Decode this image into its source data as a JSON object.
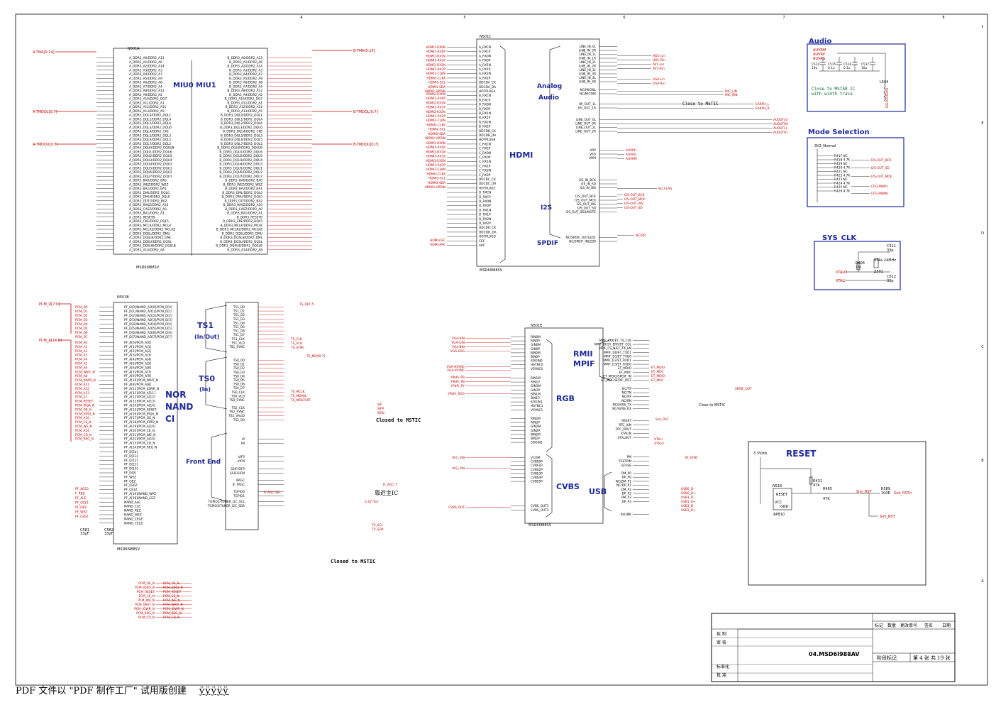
{
  "blocks": {
    "miu": {
      "chip_ref": "N501A",
      "chip_name": "MSD6I988SV",
      "label_left": "MIU0",
      "label_right": "MIU1",
      "buses_left": [
        "A-TMA[0:14]",
        "A-TMDQL[0:7]",
        "A-TMDQU[0:7]"
      ],
      "buses_right": [
        "B-TMA[0:14]",
        "B-TMDQL[0:7]",
        "B-TMDQU[0:7]"
      ],
      "pins_left": [
        "A_DDR3_A0/DDR2_A13",
        "A_DDR3_A1/DDR2_A6",
        "A_DDR3_A2/DDR2_A14",
        "A_DDR3_A3/DDR2_A3",
        "A_DDR3_A4/DDR2_A7",
        "A_DDR3_A5/DDR2_A9",
        "A_DDR3_A6/DDR2_A8",
        "A_DDR3_A7/DDR2_A4",
        "A_DDR3_A8/DDR2_A12",
        "A_DDR3_A9/DDR2_A2",
        "A_DDR3_A10/DDR2_DQ7",
        "A_DDR3_A11/DDR2_A1",
        "A_DDR3_A12/DDR2_A11",
        "A_DDR3_A13/DDR2_A5",
        "A_DDR3_DQL0/DDR2_DQL1",
        "A_DDR3_DQL1/DDR2_DQL4",
        "A_DDR3_DQL2/DDR2_DQL6",
        "A_DDR3_DQL3/DDR2_DQU0",
        "A_DDR3_DQL4/DDR2_CKE",
        "A_DDR3_DQL5/DDR2_DQL3",
        "A_DDR3_DQL6/DDR2_DQL5",
        "A_DDR3_DQL7/DDR2_DQL2",
        "A_DDR3_DQU0/DDR2_DQSUB",
        "A_DDR3_DQU1/DDR2_DQU6",
        "A_DDR3_DQU2/DDR2_DQU5",
        "A_DDR3_DQU3/DDR2_DQU4",
        "A_DDR3_DQU4/DDR2_DQU3",
        "A_DDR3_DQU5/DDR2_DQU1",
        "A_DDR3_DQU6/DDR2_DQU2",
        "A_DDR3_DQU7/DDR2_DQU7",
        "A_DDR3_BA0/DDR2_BA0",
        "A_DDR3_WEZ/DDR2_WEZ",
        "A_DDR3_BA2/DDR2_BA1",
        "A_DDR3_DML/DDR2_DQL0",
        "A_DDR3_DMU/DDR2_DQL0",
        "A_DDR3_ODT/DDR2_BA2",
        "A_DDR3_RASZ/DDR2_A10",
        "A_DDR3_CASZ/DDR2_A0",
        "A_DDR3_BA1/DDR2_A1",
        "A_DDR3_RESETB",
        "A_DDR3_CKE/DDR2_DQL5",
        "A_DDR3_MCLK/DDR2_MCLK",
        "A_DDR3_MCLKZ/DDR2_MCLKZ",
        "A_DDR3_DQSL/DDR2_DMU",
        "A_DDR3_DQSLB/DDR2_DML",
        "A_DDR3_DQSU/DDR2_DQSL",
        "A_DDR3_DQSUB/DDR2_DQSLB",
        "A_DDR3_A14/DDR2_A8"
      ],
      "pins_right": [
        "B_DDR3_A0/DDR2_A13",
        "B_DDR3_A1/DDR2_A6",
        "B_DDR3_A2/DDR2_A14",
        "B_DDR3_A3/DDR2_A3",
        "B_DDR3_A4/DDR2_A7",
        "B_DDR3_A5/DDR2_A9",
        "B_DDR3_A6/DDR2_A8",
        "B_DDR3_A7/DDR2_A4",
        "B_DDR3_A8/DDR2_A12",
        "B_DDR3_A9/DDR2_A2",
        "B_DDR3_A10/DDR2_DQ7",
        "B_DDR3_A11/DDR2_A1",
        "B_DDR3_A12/DDR2_A11",
        "B_DDR3_A13/DDR2_A5",
        "B_DDR3_DQL0/DDR2_DQL1",
        "B_DDR3_DQL1/DDR2_DQL4",
        "B_DDR3_DQL2/DDR2_DQL6",
        "B_DDR3_DQL3/DDR2_DQU0",
        "B_DDR3_DQL4/DDR2_CKE",
        "B_DDR3_DQL5/DDR2_DQL3",
        "B_DDR3_DQL6/DDR2_DQL5",
        "B_DDR3_DQL7/DDR2_DQL2",
        "B_DDR3_DQU0/DDR2_DQSUB",
        "B_DDR3_DQU1/DDR2_DQU6",
        "B_DDR3_DQU2/DDR2_DQU5",
        "B_DDR3_DQU3/DDR2_DQU4",
        "B_DDR3_DQU4/DDR2_DQU3",
        "B_DDR3_DQU5/DDR2_DQU1",
        "B_DDR3_DQU6/DDR2_DQU2",
        "B_DDR3_DQU7/DDR2_DQU7",
        "B_DDR3_BA0/DDR2_BA0",
        "B_DDR3_WEZ/DDR2_WEZ",
        "B_DDR3_BA2/DDR2_BA1",
        "B_DDR3_DML/DDR2_DQL0",
        "B_DDR3_DMU/DDR2_DQL0",
        "B_DDR3_ODT/DDR2_BA2",
        "B_DDR3_RASZ/DDR2_A10",
        "B_DDR3_CASZ/DDR2_A0",
        "B_DDR3_BA1/DDR2_A1",
        "B_DDR3_RESETB",
        "B_DDR3_CKE/DDR2_DQL5",
        "B_DDR3_MCLK/DDR2_MCLK",
        "B_DDR3_MCLKZ/DDR2_MCLKZ",
        "B_DDR3_DQSL/DDR2_DMU",
        "B_DDR3_DQSLB/DDR2_DML",
        "B_DDR3_DQSU/DDR2_DQSL",
        "B_DDR3_DQSUB/DDR2_DQSLB",
        "B_DDR3_A14/DDR2_A8"
      ]
    },
    "hdmi": {
      "chip_ref": "N501C",
      "chip_name": "MSD6I988SV",
      "label_hdmi": "HDMI",
      "label_analog": "Analog",
      "label_audio": "Audio",
      "label_i2s": "I2S",
      "label_spdif": "SPDIF",
      "pins_left": [
        "A_RXCN",
        "A_RXCP",
        "A_RX0N",
        "A_RX0P",
        "A_RX1N",
        "A_RX1P",
        "A_RX2N",
        "A_RX2P",
        "DDCDA_CK",
        "DDCDA_DA",
        "HOTPLUGA",
        "B_RXCN",
        "B_RXCP",
        "B_RX0N",
        "B_RX0P",
        "B_RX1N",
        "B_RX1P",
        "B_RX2N",
        "B_RX2P",
        "DDCDB_CK",
        "DDCDB_DA",
        "HOTPLUGB",
        "C_RXCN",
        "C_RXCP",
        "C_RX0N",
        "C_RX0P",
        "C_RX1N",
        "C_RX1P",
        "C_RX2N",
        "C_RX2P",
        "DDCDC_CK",
        "DDCDC_DA",
        "HOTPLUGC",
        "D_RXCN",
        "D_RXCP",
        "D_RX0N",
        "D_RX0P",
        "D_RX1N",
        "D_RX1P",
        "D_RX2N",
        "D_RX2P",
        "DDCDD_CK",
        "DDCDD_DA",
        "HOTPLUGD",
        "CEC",
        "ARC"
      ],
      "nets_left": [
        "HDMI1-RX0N",
        "HDMI1-RX0P",
        "HDMI1-RX1N",
        "HDMI1-RX1P",
        "HDMI1-RX2N",
        "HDMI1-RX2P",
        "HDMI1-CLKN",
        "HDMI1-CLKP",
        "HDMI1-SCL",
        "HDMI1-SDA",
        "HDMI1-HPDIN",
        "HDMI2-RX0N",
        "HDMI2-RX0P",
        "HDMI2-RX1N",
        "HDMI2-RX1P",
        "HDMI2-RX2N",
        "HDMI2-RX2P",
        "HDMI2-CLKN",
        "HDMI2-CLKP",
        "HDMI2-SCL",
        "HDMI2-SDA",
        "HDMI2-HPDIN",
        "HDMI3-RX0N",
        "HDMI3-RX0P",
        "HDMI3-RX1N",
        "HDMI3-RX1P",
        "HDMI3-RX2N",
        "HDMI3-RX2P",
        "HDMI3-CLKN",
        "HDMI3-CLKP",
        "HDMI3-SCL",
        "HDMI3-SDA",
        "HDMI3-HPDIN",
        "HDMI-CEC",
        "HDMI-ARC"
      ],
      "pins_right": [
        "LINE_IN_0L",
        "LINE_IN_0R",
        "LINE_IN_1L",
        "LINE_IN_1R",
        "LINE_IN_2L",
        "LINE_IN_2R",
        "LINE_IN_3L",
        "LINE_IN_3R",
        "LINE_IN_4L",
        "LINE_IN_4R",
        "NC/MICINL",
        "NC/MICINR",
        "HP_OUT_1L",
        "HP_OUT_1R",
        "LINE_OUT_0L",
        "LINE_OUT_0R",
        "LINE_OUT_2L",
        "LINE_OUT_2R",
        "VRP",
        "VAG",
        "VRM",
        "I2S_IN_BCK",
        "I2S_IN_SD",
        "I2S_IN_WS",
        "I2S_OUT_BCK",
        "I2S_OUT_MCK",
        "I2S_OUT_WS",
        "I2S_OUT_SD",
        "I2S_OUT_SD3/MUTE",
        "NC/SPDIF_OUTLED1",
        "NC/SPDIF_INLED0"
      ],
      "nets_right": [
        "HD1-Lin",
        "HD1-Rin",
        "AV1-Lin",
        "AV1-Rin",
        "VGA-Lin",
        "VGA-Rin",
        "MIC_LIN",
        "MIC_RIN",
        "EARPH_L",
        "EARPH_R",
        "AUDUTL0",
        "AUDUTR0",
        "AUDUTL1",
        "AUDUTR1",
        "AUVRP",
        "AUVAG",
        "AUVRM",
        "SD_FLAG",
        "I2S-OUT_BCK",
        "I2S-OUT_MCK",
        "I2S-OUT_WS",
        "I2S-OUT_SD",
        "NC/OR"
      ],
      "note_mstic": "Close to MSTIC"
    },
    "audio": {
      "title": "Audio",
      "nets": [
        "AUVRM",
        "AUVRP",
        "AUVAG"
      ],
      "caps": [
        "C514",
        "C515",
        "C516",
        "C517"
      ],
      "values": [
        "10u",
        "0.1u",
        "0.1u",
        "10u"
      ],
      "note1": "Close to MSTAR IC",
      "note2": "with width trace",
      "ferrite": "L504",
      "ferrite_val": "FB220/200mA"
    },
    "mode": {
      "title": "Mode Selection",
      "rail": "3V3_Normal",
      "resistors": [
        "R417__NC",
        "R418__4.7K",
        "R419__NC",
        "R420__4.7K",
        "R421__NC",
        "R422__4.7K",
        "R423__NC",
        "R424__4.7K",
        "R425__NC",
        "R426__4.7K"
      ],
      "nets": [
        "I2S-OUT_BCK",
        "I2S-OUT_SD",
        "I2S-OUT_MCK",
        "CFG-PWM1",
        "CFG-PWM0"
      ]
    },
    "sysclk": {
      "title": "SYS_CLK",
      "xin": "XTALO",
      "xout": "XTALI",
      "cap1": "C511",
      "cap1_val": "33p",
      "cap2": "C512",
      "cap2_val": "33p",
      "res": "R406",
      "res_val": "1M",
      "xtal": "Z501",
      "xtal_val": "XTAL-24MHz"
    },
    "nand": {
      "chip_ref": "N501B",
      "chip_name": "MSD6I988SV",
      "label": "NOR\nNAND\nCI",
      "bus1": "PCM_D[7:0]",
      "bus2": "PCM_A[14:0]",
      "pins": [
        "PF_D[0]/NAND_AD[0]/PCM_D[0]",
        "PF_D[1]/NAND_AD[1]/PCM_D[1]",
        "PF_D[2]/NAND_AD[2]/PCM_D[2]",
        "PF_D[3]/NAND_AD[3]/PCM_D[3]",
        "PF_D[4]/NAND_AD[4]/PCM_D[4]",
        "PF_D[5]/NAND_AD[5]/PCM_D[5]",
        "PF_D[6]/NAND_AD[6]/PCM_D[6]",
        "PF_D[7]/NAND_AD[7]/PCM_D[7]",
        "PF_A[0]/PCM_A[0]",
        "PF_A[1]/PCM_A[1]",
        "PF_A[2]/PCM_A[2]",
        "PF_A[3]/PCM_A[3]",
        "PF_A[4]/PCM_A[4]",
        "PF_A[5]/PCM_A[5]",
        "PF_A[6]/PCM_A[6]",
        "PF_A[7]/PCM_A[7]",
        "PF_A[9]/PCM_A[9]",
        "PF_A[10]/PCM_WAIT_N",
        "PF_A[8]/PCM_A[8]",
        "PF_A[11]/PCM_IOWR_N",
        "PF_A[11]/PCM_A[11]",
        "PF_A[12]/PCM_A[12]",
        "PF_A[13]/PCM_A[13]",
        "PF_A[14]/PCM_A[14]",
        "PF_A[15]/PCM_RESET",
        "PF_A[16]/PCM_IRQA_N",
        "PF_A[17]/PCM_OE_N",
        "PF_A[18]/PCM_IORD_N",
        "PF_A[19]/PCM_A[10]",
        "PF_A[20]/PCM_CE_N",
        "PF_A[21]/PCM_WE_N",
        "PF_A[22]/PCM_A[14]",
        "PF_A[23]/PCM_CD_N",
        "PF_A[24]/PCM_REG_N",
        "PF_D[14]",
        "PF_D[13]",
        "PF_D[12]",
        "PF_D[11]",
        "PF_D[10]",
        "PF_D[9]",
        "PF_WEZ",
        "PF_OEZ",
        "PF_CE0Z",
        "PF_CE1Z",
        "PF_A[19]/NAND_WPZ",
        "PF_A[18]/NAND_CEZ",
        "NAND_ALE",
        "NAND_CLE",
        "NAND_REZ",
        "NAND_WEZ",
        "NAND_CE0Z",
        "NAND_CE1Z"
      ],
      "nets": [
        "PCM_D0",
        "PCM_D1",
        "PCM_D2",
        "PCM_D3",
        "PCM_D4",
        "PCM_D5",
        "PCM_D6",
        "PCM_D7",
        "PCM_A0",
        "PCM_A1",
        "PCM_A2",
        "PCM_A3",
        "PCM_A4",
        "PCM_A5",
        "PCM_A6",
        "PCM_WAIT_N",
        "PCM_A8",
        "PCM_IOWR_N",
        "PCM_A11",
        "PCM_A12",
        "PCM_A13",
        "PCM_A7",
        "PCM_RESET",
        "PCM_IRQA_N",
        "PCM_OE_N",
        "PCM_IORD_N",
        "PCM_A10",
        "PCM_CE_N",
        "PCM_WE_N",
        "PCM_A14",
        "PCM_CD_N",
        "PCM_REG_N",
        "PF_AD15",
        "F_RBZ",
        "PF_ALE",
        "PF_CE1Z",
        "PF_OEZ",
        "PF_WEZ",
        "PF_CE0Z"
      ],
      "caps": [
        "C581",
        "C582"
      ],
      "cap_vals": [
        "33pF",
        "33pF"
      ],
      "list_left": [
        "PCM_OE_N",
        "PCM_IORD_N",
        "PCM_RESET",
        "PCM_CE_N",
        "PCM_WE_N",
        "PCM_WAIT_N",
        "PCM_IOWR_N",
        "PCM_REG_N",
        "PCM_CD_N"
      ]
    },
    "frontend": {
      "label_ts1": "TS1",
      "label_ts1b": "(In/Out)",
      "label_ts0": "TS0",
      "label_ts0b": "(In)",
      "label_fe": "Front End",
      "pins_ts1": [
        "TS1_D0",
        "TS1_D1",
        "TS1_D2",
        "TS1_D3",
        "TS1_D4",
        "TS1_D5",
        "TS1_D6",
        "TS1_D7",
        "TS1_CLK",
        "TS1_VLD",
        "TS1_SYNC"
      ],
      "pins_ts0": [
        "TS0_D0",
        "TS0_D1",
        "TS0_D2",
        "TS0_D3",
        "TS0_D4",
        "TS0_D5",
        "TS0_D6",
        "TS0_D7",
        "TS0_CLK",
        "TS0_VLD",
        "TS0_SYNC"
      ],
      "pins_ts2": [
        "TS2_CLK",
        "TS2_SYNC",
        "TS2_VALID",
        "TS2_D0"
      ],
      "pins_fe": [
        "IP",
        "IM",
        "VIFP",
        "VIFM",
        "SSIF/SIFP",
        "SSIF/SIFM",
        "IFAGC",
        "IF_TAGC",
        "TGPIO0",
        "TGPIO1",
        "TGPIO2/TUNER_I2C_SCL",
        "TGPIO3/TUNER_I2C_SDA"
      ],
      "nets": [
        "TS_D[0:7]",
        "TS_CLK",
        "TS_VLD",
        "TS_SYNC",
        "TS_MDI[0:7]",
        "TS_MCLK",
        "TS_MDVAL",
        "TS_MDSTART",
        "IF_AGC_T",
        "IF-AGC-SEL",
        "TV_SCL",
        "TV_SDA",
        "SIF",
        "SIFP",
        "SIFN",
        "3.3V_Tun"
      ],
      "note": "Closed to MSTIC",
      "note2": "Closed to MSTIC",
      "note3": "靠近主IC"
    },
    "rgb": {
      "chip_ref": "N501E",
      "chip_name": "MSD6I988SV",
      "label_rmii": "RMII",
      "label_mpif": "MPIF",
      "label_rgb": "RGB",
      "label_cvbs": "CVBS",
      "label_usb": "USB",
      "pins_left": [
        "RIN0M",
        "RIN0P",
        "GIN0M",
        "GIN0P",
        "BIN0M",
        "BIN0P",
        "SOGIN0",
        "HSYNC0",
        "VSYNC0",
        "RIN1M",
        "RIN1P",
        "GIN1M",
        "GIN1P",
        "BIN1M",
        "BIN1P",
        "SOGIN1",
        "HSYNC1",
        "VSYNC1",
        "RIN2M",
        "RIN2P",
        "GIN2M",
        "GIN2P",
        "BIN2M",
        "BIN2P",
        "SOGIN2",
        "VCOM",
        "CVBS0P",
        "CVBS1P",
        "CVBS2P",
        "CVBS3P",
        "CVBS4P",
        "CVBS5P",
        "CVBS_OUT1",
        "CVBS_OUT2"
      ],
      "pins_right": [
        "MPIF_CLK/ET_TX_CLK",
        "MPIF_BUSY_ERR/ET_COL",
        "MPIF_CS_N/ET_TX_EN",
        "MPIF_D0/ET_TXD1",
        "MPIF_D1/ET_TXD0",
        "MPIF_D2/ET_RXD1",
        "MPIF_D3/ET_RXD0",
        "ET_MDIO",
        "ET_MDC",
        "ET_MDIO/SPDIF_IN",
        "ET_MDC/SPDIF_OUT",
        "NC/TP",
        "NC/TN",
        "NC/RP",
        "NC/RN",
        "NC/AVSS_TX",
        "NC/AVSS_RX",
        "RESET",
        "RTC_XIN",
        "RTC_XOUT",
        "XTALIN",
        "XTALOUT",
        "PM",
        "TESTPIN",
        "EFUSE",
        "DM_P0",
        "DP_P0",
        "NC/DM_P1",
        "NC/DP_P1",
        "DM_P2",
        "DP_P2",
        "DM_P3",
        "DP_P3",
        "AVLINK"
      ],
      "nets_left": [
        "VGA-RIN",
        "VGA-GIN",
        "VGA-BIN",
        "VGA-SOG",
        "VGA-HSYNC",
        "VGA-VSYNC",
        "YPbPr_PR",
        "YPbPr_PB",
        "YPbPr_PY",
        "YPbPr_SOG",
        "AV1_VIN",
        "AV2_VIN",
        "CVBS_OUT"
      ],
      "nets_right": [
        "ET_MDIO",
        "ET_MDC",
        "ET_MDIO",
        "ET_MDC",
        "SPDIF_OUT",
        "Sim_RST",
        "XTALI",
        "XTALO",
        "IR_SYNC",
        "USB0_D-",
        "USB0_D+",
        "USB1_D-",
        "USB1_D+",
        "USB3_D-",
        "USB3_D+"
      ],
      "note": "Close to MSTIC"
    },
    "reset": {
      "title": "RESET",
      "rail": "3.3Vstb",
      "chip": "N516",
      "chip_pins": [
        "RESET",
        "VCC",
        "GND"
      ],
      "chip_name": "AP810",
      "r1": "R431",
      "r1_val": "47K",
      "r2": "R465",
      "r2_val": "47K",
      "r3": "R589",
      "r3_val": "100R",
      "nets": [
        "Sim_RST",
        "Sub_RSTn",
        "Sim_RST"
      ]
    }
  },
  "title_block": {
    "headers": [
      "标记",
      "数量",
      "更改单号",
      "签名",
      "日期"
    ],
    "rows": [
      "拟 制",
      "审 核",
      "",
      "标准化",
      "批 准"
    ],
    "drawing_no": "04.MSD6I988AV",
    "stage_label": "阶段标记",
    "sheet_text": "第 4 张 共 19 张"
  },
  "footer": {
    "text": "PDF 文件以 \"PDF 制作工厂\" 试用版创建",
    "link": "ÿÿÿÿÿ"
  },
  "zones": {
    "top": [
      "4",
      "5",
      "6",
      "7",
      "8"
    ],
    "side": [
      "A",
      "B",
      "C",
      "D",
      "E",
      "F"
    ]
  }
}
